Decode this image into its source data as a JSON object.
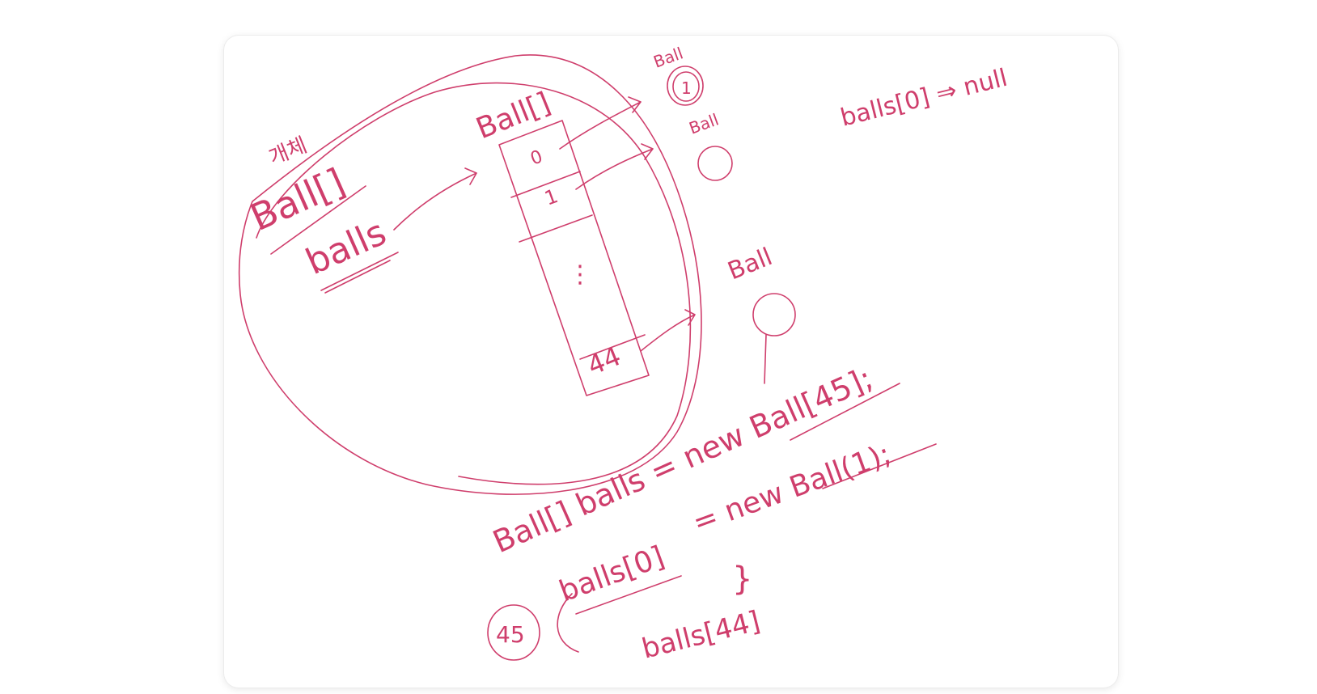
{
  "ink_color": "#cf3e6c",
  "labels": {
    "handle_label": "개체",
    "var_type": "Ball[]",
    "var_name": "balls",
    "array_type": "Ball[]",
    "slot_0": "0",
    "slot_1": "1",
    "slot_dots": "⋮",
    "slot_44": "44",
    "ball_top": "Ball",
    "ball_top_value": "1",
    "ball_mid": "Ball",
    "ball_right": "Ball",
    "null_note": "balls[0] ⇒ null",
    "code_line_1": "Ball[] balls = new Ball[45];",
    "code_line_2_left": "balls[0]",
    "code_line_2_right": "= new Ball(1);",
    "brace": "}",
    "code_line_3": "balls[44]",
    "circle_count": "45",
    "paren": "("
  }
}
